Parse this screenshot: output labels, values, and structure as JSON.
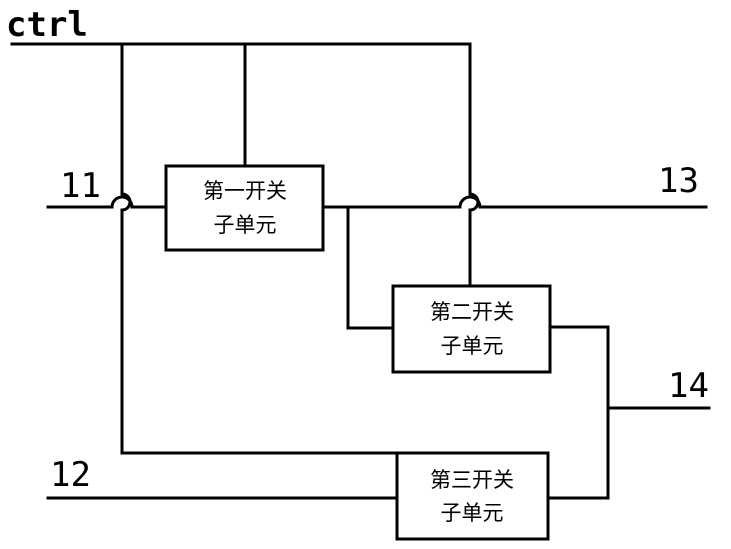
{
  "labels": {
    "ctrl": "ctrl",
    "port_11": "11",
    "port_12": "12",
    "port_13": "13",
    "port_14": "14"
  },
  "units": {
    "first": {
      "line1": "第一开关",
      "line2": "子单元"
    },
    "second": {
      "line1": "第二开关",
      "line2": "子单元"
    },
    "third": {
      "line1": "第三开关",
      "line2": "子单元"
    }
  }
}
